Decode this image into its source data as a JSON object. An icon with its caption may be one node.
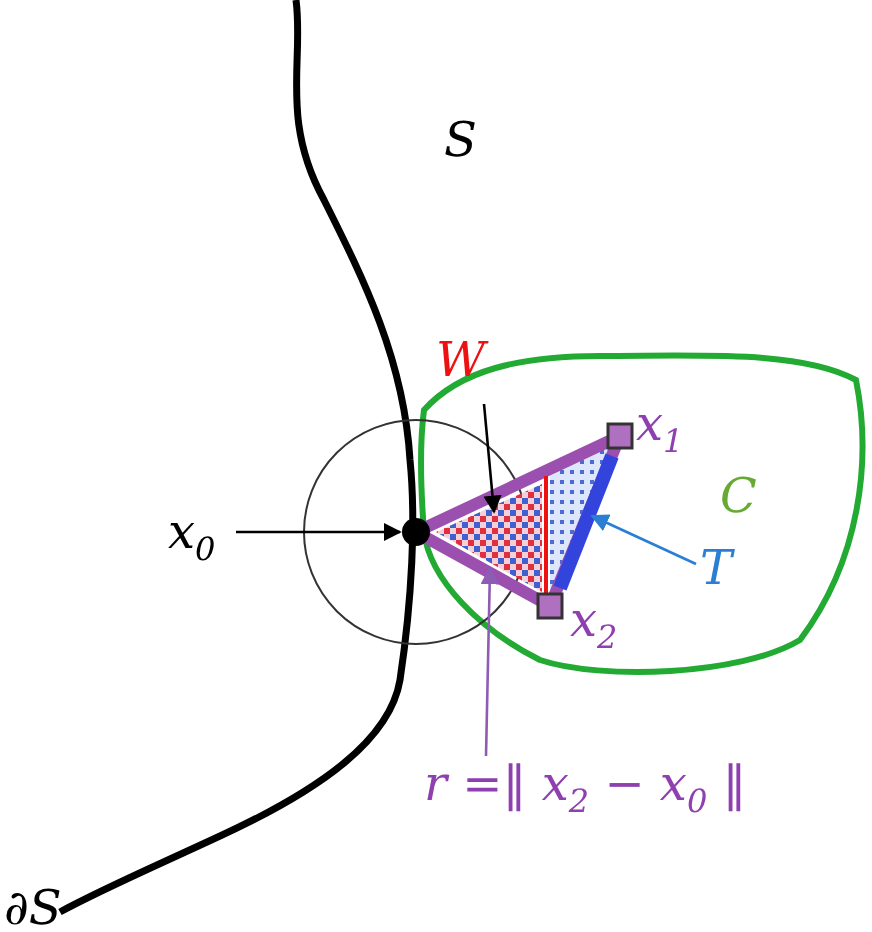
{
  "diagram": {
    "nodes": [
      {
        "text": [
          "x$_{0}$"
        ]
      },
      {
        "text": [],
        "shape": "circle"
      },
      {
        "text": [
          "W"
        ]
      },
      {
        "text": [],
        "shape": "triangle"
      },
      {
        "text": [
          "T"
        ]
      },
      {
        "text": [],
        "shape": "bar"
      },
      {
        "text": [
          "r =‖ x$_{2}$ − x$_{0}$ ‖"
        ]
      }
    ],
    "edges": [
      {
        "from": 0,
        "to": 1,
        "arrow": "to"
      },
      {
        "from": 2,
        "to": 3,
        "arrow": "to"
      },
      {
        "from": 4,
        "to": 5,
        "arrow": "to",
        "color": "#2a7fd4"
      },
      {
        "from": 6,
        "to": 3,
        "arrow": "to",
        "color": "#8e5cb5"
      }
    ],
    "labels": [
      "S",
      "C",
      "x$_{1}$",
      "x$_{2}$",
      "∂S"
    ]
  }
}
